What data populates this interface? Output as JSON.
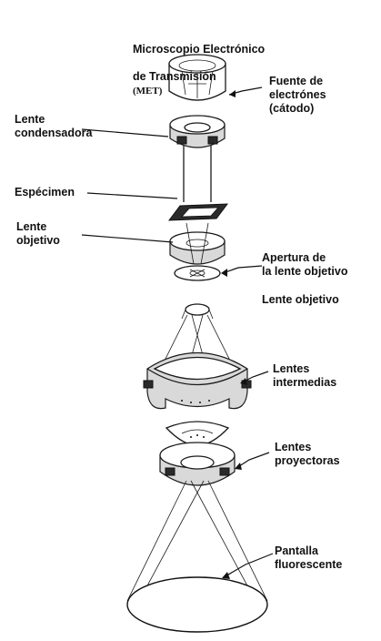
{
  "title": {
    "line1": "Microscopio Electrónico",
    "line2": "de Transmisión",
    "abbrev": "(MET)"
  },
  "labels": {
    "fuente": "Fuente de\nelectrónes\n(cátodo)",
    "condensadora": "Lente\ncondensadora",
    "especimen": "Espécimen",
    "objetivo_left": "Lente\nobjetivo",
    "apertura": "Apertura de\nla lente objetivo",
    "objetivo_right": "Lente objetivo",
    "intermedias": "Lentes\nintermedias",
    "proyectoras": "Lentes\nproyectoras",
    "pantalla": "Pantalla\nfluorescente"
  }
}
